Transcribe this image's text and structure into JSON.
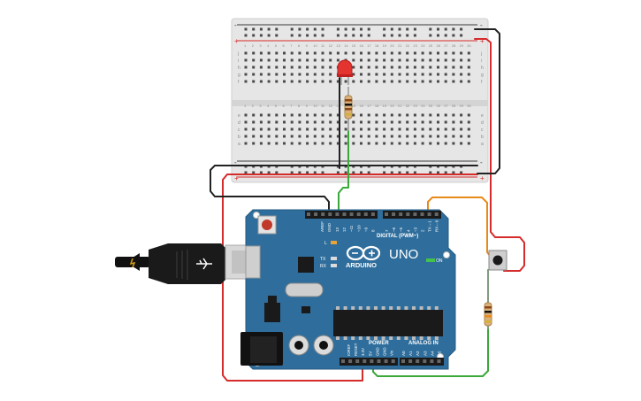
{
  "board": {
    "logo_text": "ARDUINO",
    "model": "UNO",
    "aref": "AREF",
    "gnd_top": "GND",
    "digital_label": "DIGITAL (PWM~)",
    "digital_pins": [
      "13",
      "12",
      "~11",
      "~10",
      "~9",
      "8",
      "7",
      "~6",
      "~5",
      "4",
      "~3",
      "2",
      "TX→1",
      "RX←0"
    ],
    "on_label": "ON",
    "l_label": "L",
    "tx_label": "TX",
    "rx_label": "RX",
    "power_label": "POWER",
    "power_pins": [
      "IOREF",
      "RESET",
      "3.3V",
      "5V",
      "GND",
      "GND",
      "Vin"
    ],
    "analog_label": "ANALOG IN",
    "analog_pins": [
      "A0",
      "A1",
      "A2",
      "A3",
      "A4",
      "A5"
    ]
  },
  "breadboard": {
    "row_letters_top": [
      "j",
      "i",
      "h",
      "g",
      "f"
    ],
    "row_letters_bottom": [
      "e",
      "d",
      "c",
      "b",
      "a"
    ],
    "rail_plus": "+",
    "rail_minus": "-",
    "column_numbers": [
      "1",
      "2",
      "3",
      "4",
      "5",
      "6",
      "7",
      "8",
      "9",
      "10",
      "11",
      "12",
      "13",
      "14",
      "15",
      "16",
      "17",
      "18",
      "19",
      "20",
      "21",
      "22",
      "23",
      "24",
      "25",
      "26",
      "27",
      "28",
      "29",
      "30"
    ]
  },
  "colors": {
    "board_blue": "#2f6e9c",
    "wire_red": "#d62b2b",
    "wire_black": "#222222",
    "wire_green": "#3aa83a",
    "wire_orange": "#e88a1a",
    "led_red": "#e3342f"
  }
}
